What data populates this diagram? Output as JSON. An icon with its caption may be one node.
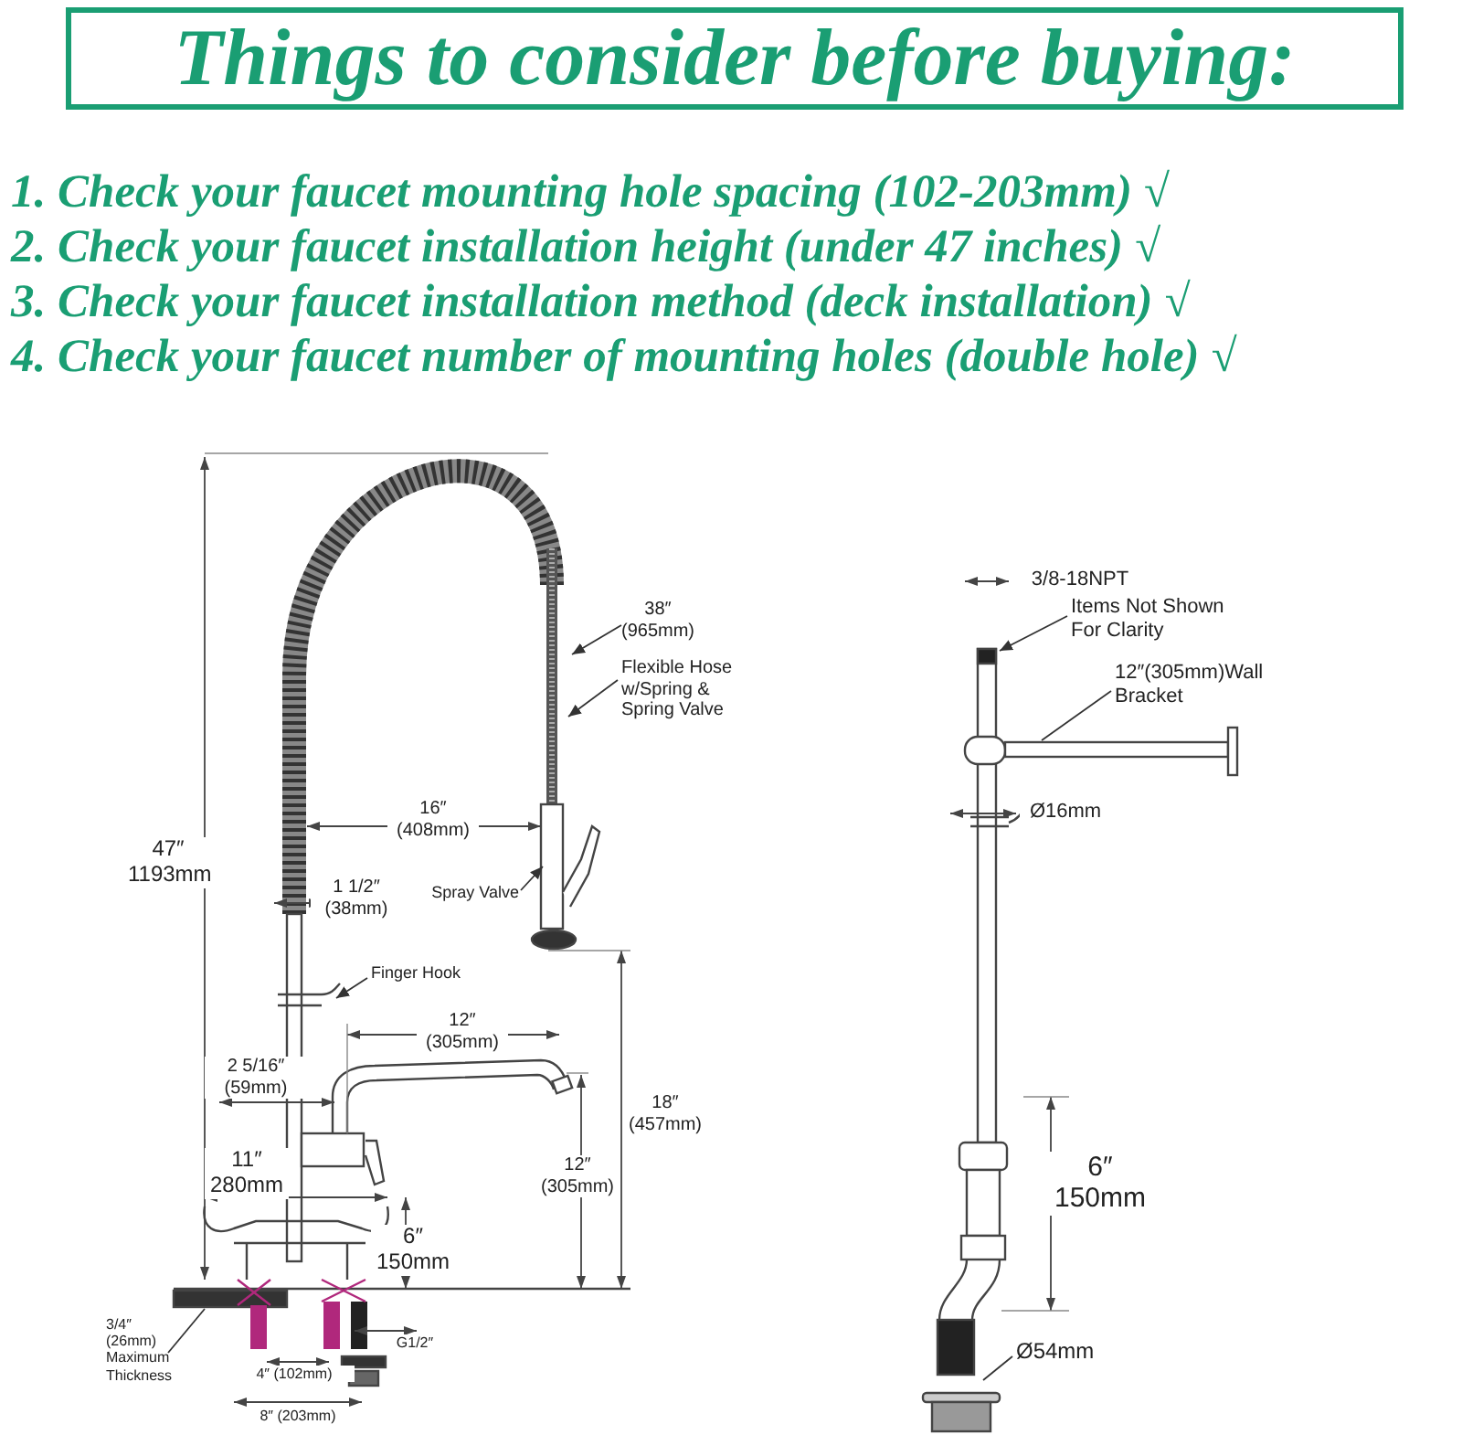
{
  "diagram": {
    "title": "Things to consider before buying:",
    "nodes": [
      {
        "text": [
          "38″ (965mm)"
        ]
      },
      {
        "text": [
          "Flexible Hose w/Spring & Spring Valve"
        ]
      },
      {
        "text": [
          "Spray Valve"
        ]
      },
      {
        "text": [
          "Finger Hook"
        ]
      },
      {
        "text": [
          "3/4″ (26mm) Maximum Thickness"
        ]
      },
      {
        "text": [
          "Items Not Shown For Clarity"
        ]
      },
      {
        "text": [
          "12″(305mm)Wall Bracket"
        ]
      },
      {
        "text": [
          "Ø54mm"
        ]
      }
    ],
    "edges": [
      {
        "from": 0,
        "to": null,
        "arrow": "to"
      },
      {
        "from": 1,
        "to": null,
        "arrow": "to"
      },
      {
        "from": 2,
        "to": null,
        "arrow": "to"
      },
      {
        "from": 3,
        "to": null,
        "arrow": "to"
      },
      {
        "from": 4,
        "to": null,
        "arrow": "none"
      },
      {
        "from": 5,
        "to": null,
        "arrow": "to"
      },
      {
        "from": 6,
        "to": null,
        "arrow": "none"
      },
      {
        "from": 7,
        "to": null,
        "arrow": "none"
      }
    ],
    "labels": [
      "1. Check your faucet mounting hole spacing (102-203mm) √",
      "2. Check your faucet installation height (under 47 inches) √",
      "3. Check your faucet installation method (deck installation) √",
      "4. Check your faucet number of mounting holes (double hole) √",
      "47″ 1193mm",
      "16″ (408mm)",
      "1 1/2″ (38mm)",
      "12″ (305mm)",
      "2 5/16″ (59mm)",
      "18″ (457mm)",
      "11″ 280mm",
      "12″ (305mm)",
      "6″ 150mm",
      "G1/2″",
      "4″ (102mm)",
      "8″ (203mm)",
      "3/8-18NPT",
      "Ø16mm",
      "6″ 150mm"
    ]
  }
}
